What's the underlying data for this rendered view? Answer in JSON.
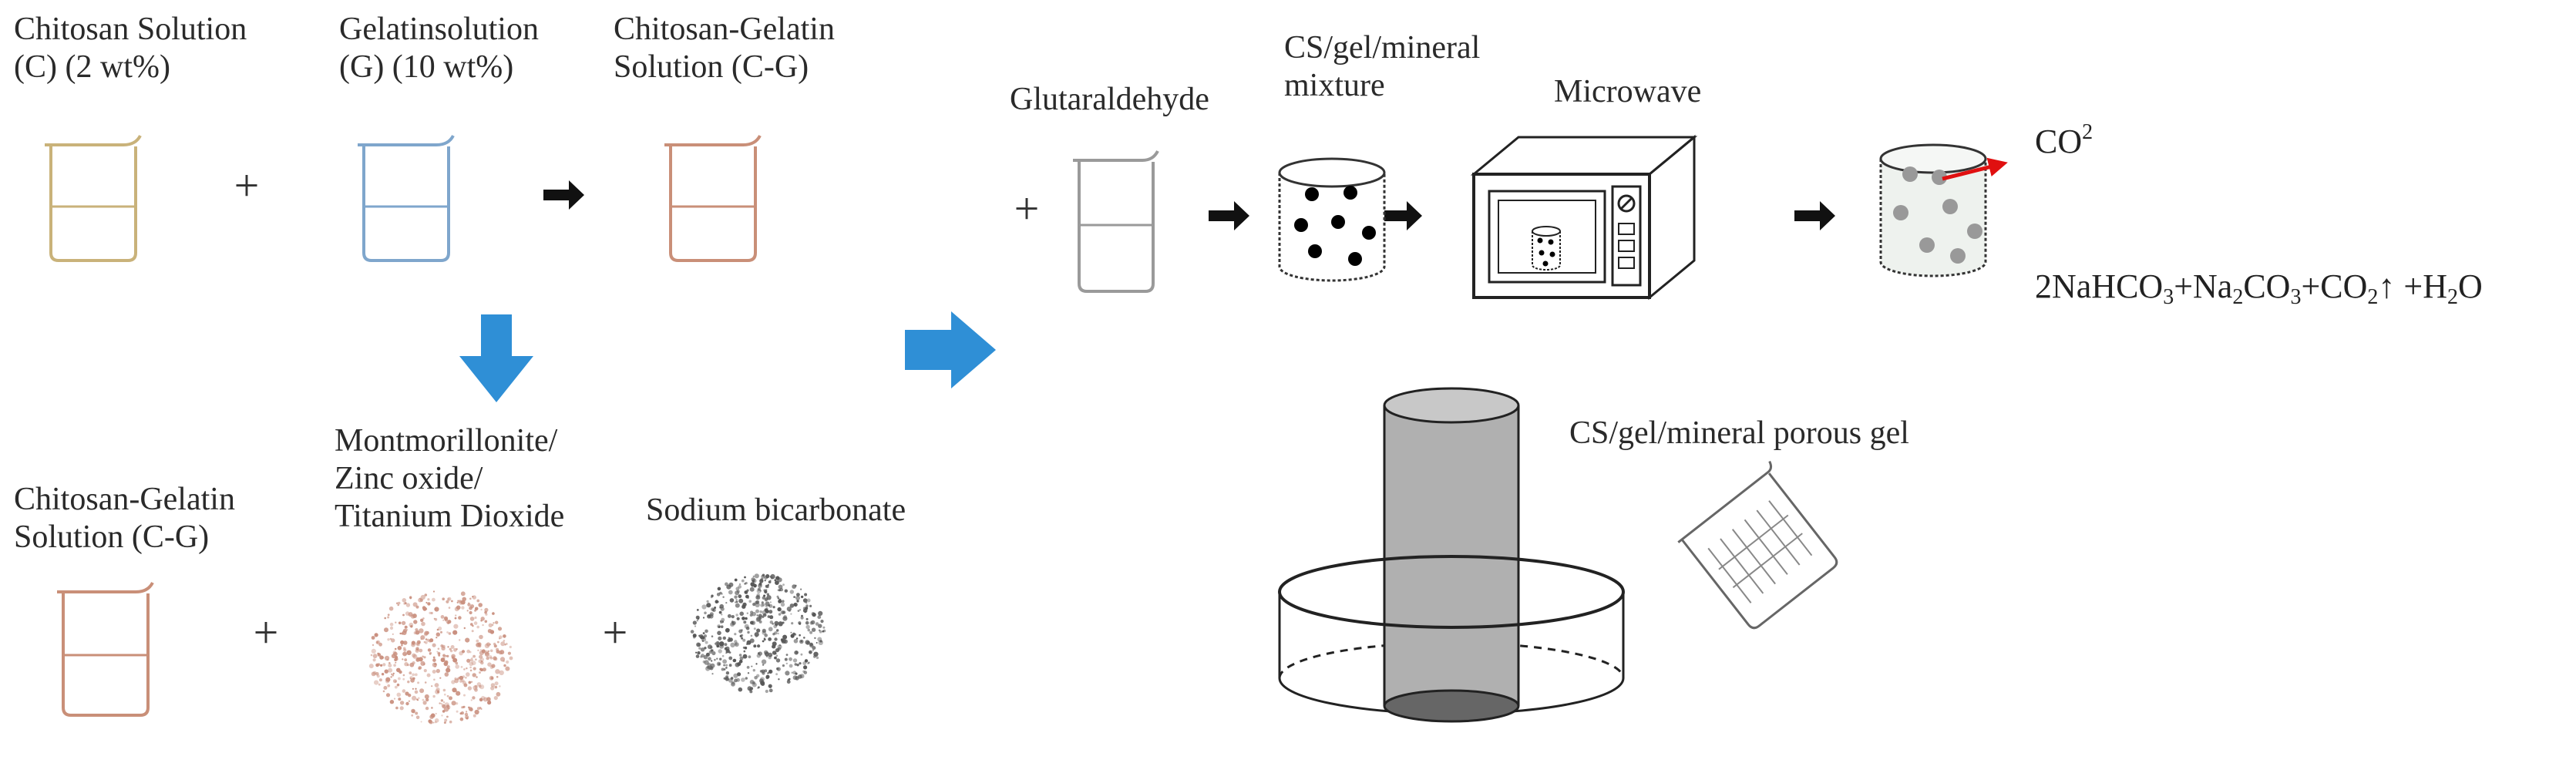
{
  "labels": {
    "chitosan_solution": [
      "Chitosan Solution",
      "(C) (2 wt%)"
    ],
    "gelatin_solution": [
      "Gelatinsolution",
      "(G) (10 wt%)"
    ],
    "cg_solution_top": [
      "Chitosan-Gelatin",
      "Solution (C-G)"
    ],
    "glutaraldehyde": "Glutaraldehyde",
    "cs_gel_mixture": [
      "CS/gel/mineral",
      "mixture"
    ],
    "microwave": "Microwave",
    "co2_label": "CO",
    "co2_sup": "2",
    "cg_solution_bottom": [
      "Chitosan-Gelatin",
      "Solution (C-G)"
    ],
    "minerals": [
      "Montmorillonite/",
      "Zinc oxide/",
      "Titanium Dioxide"
    ],
    "sodium_bicarbonate": "Sodium bicarbonate",
    "porous_gel": "CS/gel/mineral porous gel"
  },
  "equation": {
    "p1": "2NaHCO",
    "s1": "3",
    "p2": "+Na",
    "s2": "2",
    "p3": "CO",
    "s3": "3",
    "p4": "+CO",
    "s4": "2",
    "p5": "↑ +H",
    "s5": "2",
    "p6": "O"
  },
  "symbols": {
    "plus": "+"
  },
  "colors": {
    "beaker_chitosan": "#c9b27a",
    "beaker_gelatin": "#7fa6cc",
    "beaker_cg": "#c98f78",
    "beaker_glutaraldehyde": "#9a9a9a",
    "process_arrow": "#2f8fd6",
    "co2_arrow": "#e01010",
    "mineral_particles": "#c98f7e",
    "bicarbonate_particles": "#555555"
  }
}
